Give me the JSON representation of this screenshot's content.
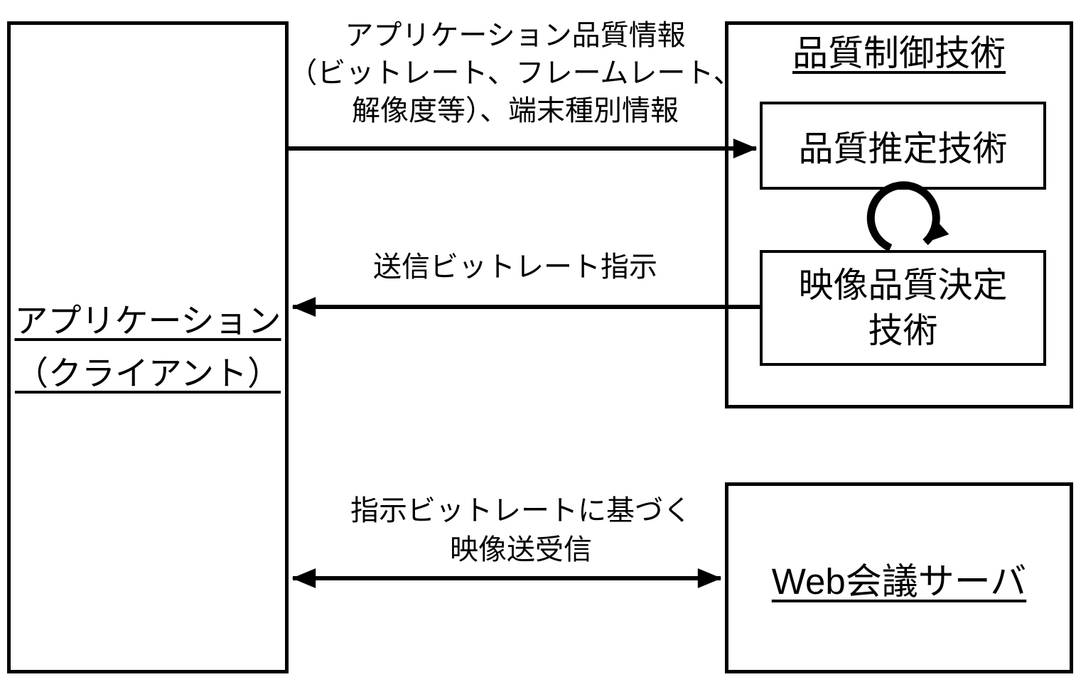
{
  "client_box": {
    "lines": [
      "アプリケーション",
      "（クライアント）"
    ]
  },
  "quality_control": {
    "title": "品質制御技術",
    "estimation_label": "品質推定技術",
    "decision_lines": [
      "映像品質決定",
      "技術"
    ],
    "loop": "self-loop between estimation and decision"
  },
  "server_box": {
    "label": "Web会議サーバ"
  },
  "arrows": {
    "app_quality_info": {
      "direction": "client-to-quality-control",
      "lines": [
        "アプリケーション品質情報",
        "（ビットレート、フレームレート、",
        "解像度等）、端末種別情報"
      ]
    },
    "bitrate_instruction": {
      "direction": "quality-control-to-client",
      "label": "送信ビットレート指示"
    },
    "video_transmission": {
      "direction": "bidirectional",
      "lines": [
        "指示ビットレートに基づく",
        "映像送受信"
      ]
    }
  },
  "colors": {
    "line": "#000000",
    "text": "#000000",
    "background": "#ffffff"
  }
}
